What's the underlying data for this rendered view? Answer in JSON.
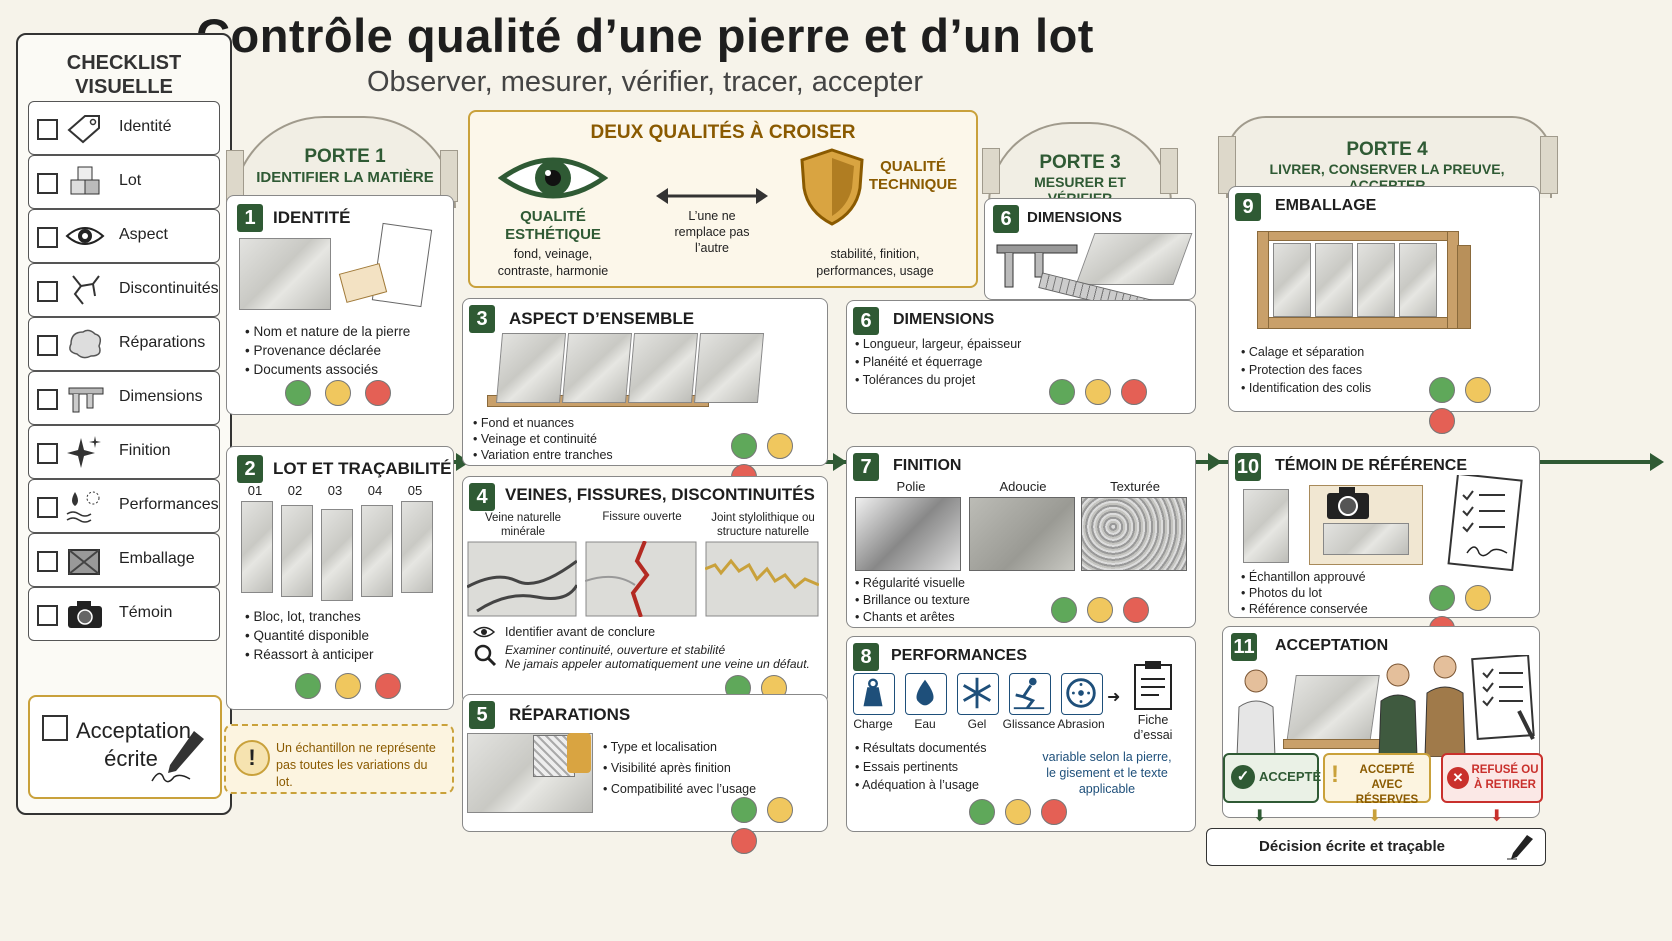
{
  "header": {
    "title": "Contrôle qualité d’une pierre et d’un lot",
    "subtitle": "Observer, mesurer, vérifier, tracer, accepter"
  },
  "checklist": {
    "title": "CHECKLIST VISUELLE",
    "items": [
      {
        "label": "Identité",
        "icon": "tag-icon"
      },
      {
        "label": "Lot",
        "icon": "cubes-icon"
      },
      {
        "label": "Aspect",
        "icon": "eye-icon"
      },
      {
        "label": "Discontinuités",
        "icon": "crack-icon"
      },
      {
        "label": "Réparations",
        "icon": "patch-icon"
      },
      {
        "label": "Dimensions",
        "icon": "caliper-icon"
      },
      {
        "label": "Finition",
        "icon": "sparkle-icon"
      },
      {
        "label": "Performances",
        "icon": "drops-icon"
      },
      {
        "label": "Emballage",
        "icon": "crate-icon"
      },
      {
        "label": "Témoin",
        "icon": "camera-icon"
      }
    ],
    "acceptance": "Acceptation écrite"
  },
  "gates": {
    "g1": {
      "title": "PORTE 1",
      "sub": "IDENTIFIER LA MATIÈRE"
    },
    "g3": {
      "title": "PORTE 3",
      "sub": "MESURER ET VÉRIFIER"
    },
    "g4": {
      "title": "PORTE 4",
      "sub": "LIVRER, CONSERVER LA PREUVE, ACCEPTER"
    }
  },
  "two_qualities": {
    "title": "DEUX QUALITÉS À CROISER",
    "left_title": "QUALITÉ ESTHÉTIQUE",
    "left_desc": "fond, veinage, contraste, harmonie",
    "middle": "L’une ne remplace pas l’autre",
    "right_title": "QUALITÉ TECHNIQUE",
    "right_desc": "stabilité, finition, performances, usage"
  },
  "steps": {
    "s1": {
      "num": "1",
      "title": "IDENTITÉ",
      "bullets": [
        "Nom et nature de la pierre",
        "Provenance déclarée",
        "Documents associés"
      ]
    },
    "s2": {
      "num": "2",
      "title": "LOT ET TRAÇABILITÉ",
      "slabs": [
        "01",
        "02",
        "03",
        "04",
        "05"
      ],
      "bullets": [
        "Bloc, lot, tranches",
        "Quantité disponible",
        "Réassort à anticiper"
      ]
    },
    "s3": {
      "num": "3",
      "title": "ASPECT D’ENSEMBLE",
      "bullets": [
        "Fond et nuances",
        "Veinage et continuité",
        "Variation entre tranches"
      ]
    },
    "s4": {
      "num": "4",
      "title": "VEINES, FISSURES, DISCONTINUITÉS",
      "panels": [
        "Veine naturelle minérale",
        "Fissure ouverte",
        "Joint stylolithique ou structure naturelle"
      ],
      "note1": "Identifier avant de conclure",
      "note2": "Examiner continuité, ouverture et stabilité",
      "note3": "Ne jamais appeler automatiquement une veine un défaut."
    },
    "s5": {
      "num": "5",
      "title": "RÉPARATIONS",
      "bullets": [
        "Type et localisation",
        "Visibilité après finition",
        "Compatibilité avec l’usage"
      ]
    },
    "s6a": {
      "num": "6",
      "title": "DIMENSIONS"
    },
    "s6": {
      "num": "6",
      "title": "DIMENSIONS",
      "bullets": [
        "Longueur, largeur, épaisseur",
        "Planéité et équerrage",
        "Tolérances du projet"
      ]
    },
    "s7": {
      "num": "7",
      "title": "FINITION",
      "finishes": [
        "Polie",
        "Adoucie",
        "Texturée"
      ],
      "bullets": [
        "Régularité visuelle",
        "Brillance ou texture",
        "Chants et arêtes"
      ]
    },
    "s8": {
      "num": "8",
      "title": "PERFORMANCES",
      "tests": [
        "Charge",
        "Eau",
        "Gel",
        "Glissance",
        "Abrasion"
      ],
      "sheet": "Fiche d’essai",
      "bullets": [
        "Résultats documentés",
        "Essais pertinents",
        "Adéquation à l’usage"
      ],
      "note": "variable selon la pierre, le gisement et le texte applicable"
    },
    "s9": {
      "num": "9",
      "title": "EMBALLAGE",
      "bullets": [
        "Calage et séparation",
        "Protection des faces",
        "Identification des colis"
      ]
    },
    "s10": {
      "num": "10",
      "title": "TÉMOIN DE RÉFÉRENCE",
      "bullets": [
        "Échantillon approuvé",
        "Photos du lot",
        "Référence conservée"
      ]
    },
    "s11": {
      "num": "11",
      "title": "ACCEPTATION"
    }
  },
  "warning": "Un échantillon ne représente pas toutes les variations du lot.",
  "decisions": {
    "accepted": "ACCEPTÉ",
    "reserves": "ACCEPTÉ AVEC RÉSERVES",
    "refused": "REFUSÉ OU À RETIRER",
    "final": "Décision écrite et traçable"
  },
  "colors": {
    "green": "#2f5a34",
    "gold": "#c9a13b",
    "red": "#c9302c",
    "blue": "#1e4f7a"
  }
}
